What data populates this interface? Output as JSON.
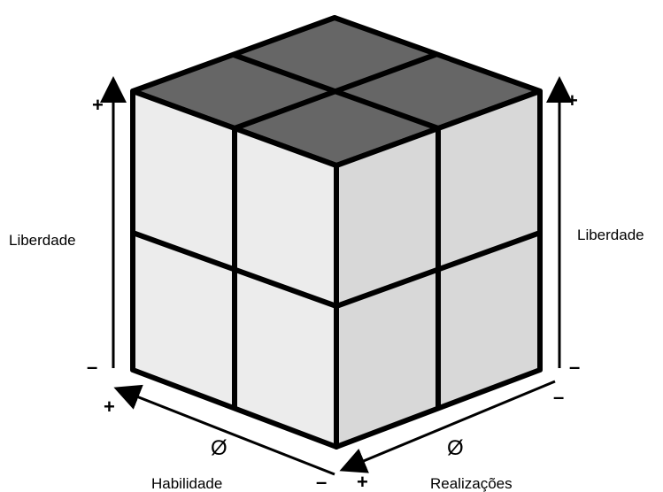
{
  "labels": {
    "left_axis": "Liberdade",
    "right_axis": "Liberdade",
    "bottom_left_axis": "Habilidade",
    "bottom_right_axis": "Realizações",
    "plus": "+",
    "minus": "–",
    "empty_set": "Ø"
  },
  "colors": {
    "top_face": "#666666",
    "left_face": "#ececec",
    "right_face": "#d8d8d8",
    "edge": "#000000"
  }
}
